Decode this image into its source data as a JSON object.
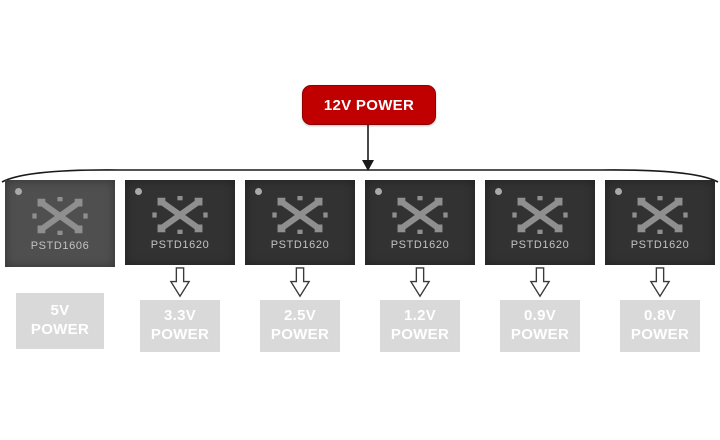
{
  "diagram": {
    "source": {
      "label": "12V POWER"
    },
    "chips": [
      {
        "part": "PSTD1606",
        "out_line1": "5V",
        "out_line2": "POWER"
      },
      {
        "part": "PSTD1620",
        "out_line1": "3.3V",
        "out_line2": "POWER"
      },
      {
        "part": "PSTD1620",
        "out_line1": "2.5V",
        "out_line2": "POWER"
      },
      {
        "part": "PSTD1620",
        "out_line1": "1.2V",
        "out_line2": "POWER"
      },
      {
        "part": "PSTD1620",
        "out_line1": "0.9V",
        "out_line2": "POWER"
      },
      {
        "part": "PSTD1620",
        "out_line1": "0.8V",
        "out_line2": "POWER"
      }
    ],
    "colors": {
      "source_bg": "#c00000",
      "source_text": "#ffffff",
      "chip_bg": "#323232",
      "chip_bg_first": "#4f4f4f",
      "chip_logo": "#8f8f8f",
      "label_bg": "#d9d9d9",
      "label_text": "#ffffff",
      "connector": "#1a1a1a"
    }
  }
}
